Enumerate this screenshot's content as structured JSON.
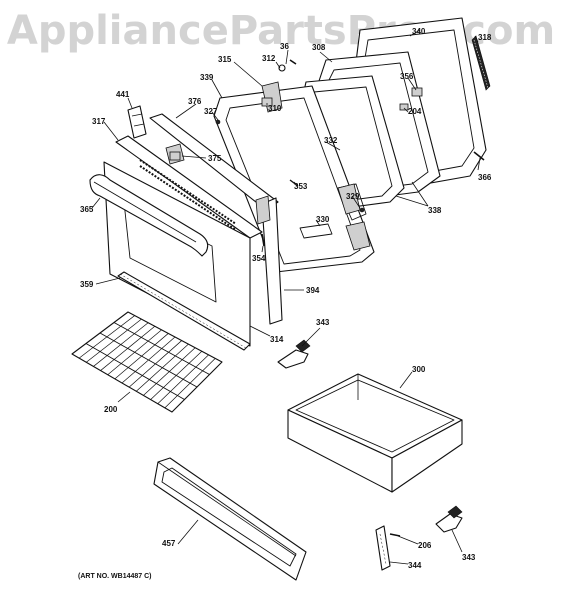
{
  "watermark": "AppliancePartsPros.com",
  "art_number": "(ART NO. WB14487 C)",
  "callouts": {
    "c340": "340",
    "c318": "318",
    "c36": "36",
    "c312": "312",
    "c308": "308",
    "c315": "315",
    "c356": "356",
    "c441": "441",
    "c339": "339",
    "c376": "376",
    "c327": "327",
    "c310": "310",
    "c204": "204",
    "c317": "317",
    "c332": "332",
    "c375": "375",
    "c353": "353",
    "c366": "366",
    "c329": "329",
    "c338": "338",
    "c365": "365",
    "c330": "330",
    "c354": "354",
    "c359": "359",
    "c394": "394",
    "c343a": "343",
    "c314": "314",
    "c300": "300",
    "c200": "200",
    "c457": "457",
    "c206": "206",
    "c343b": "343",
    "c344": "344"
  }
}
